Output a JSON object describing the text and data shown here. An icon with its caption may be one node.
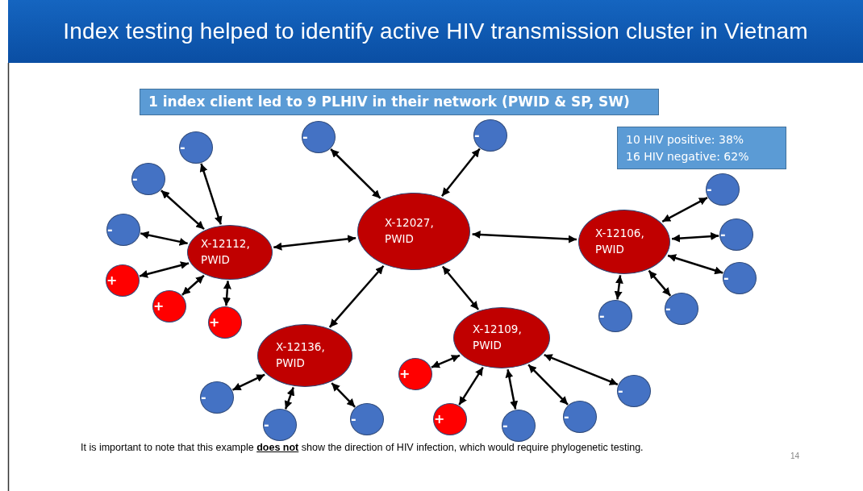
{
  "diagram": {
    "title": "Index testing helped to identify active HIV transmission cluster in Vietnam",
    "nodes": [
      {
        "text": [
          "1 index client led to 9 PLHIV in their network (PWID & SP, SW)"
        ]
      },
      {
        "text": [
          "10 HIV positive: 38%",
          "16 HIV negative: 62%"
        ]
      },
      {
        "text": [
          "X-12027, PWID"
        ]
      },
      {
        "text": [
          "X-12112, PWID"
        ]
      },
      {
        "text": [
          "X-12106, PWID"
        ]
      },
      {
        "text": [
          "X-12136, PWID"
        ]
      },
      {
        "text": [
          "X-12109, PWID"
        ]
      },
      {
        "text": [
          "-"
        ]
      },
      {
        "text": [
          "-"
        ]
      },
      {
        "text": [
          "-"
        ]
      },
      {
        "text": [
          "-"
        ]
      },
      {
        "text": [
          "-"
        ]
      },
      {
        "text": [
          "+"
        ]
      },
      {
        "text": [
          "+"
        ]
      },
      {
        "text": [
          "+"
        ]
      },
      {
        "text": [
          "-"
        ]
      },
      {
        "text": [
          "-"
        ]
      },
      {
        "text": [
          "-"
        ]
      },
      {
        "text": [
          "-"
        ]
      },
      {
        "text": [
          "-"
        ]
      },
      {
        "text": [
          "-"
        ]
      },
      {
        "text": [
          "-"
        ]
      },
      {
        "text": [
          "-"
        ]
      },
      {
        "text": [
          "+"
        ]
      },
      {
        "text": [
          "+"
        ]
      },
      {
        "text": [
          "-"
        ]
      },
      {
        "text": [
          "-"
        ]
      },
      {
        "text": [
          "-"
        ]
      }
    ],
    "edges": [
      {
        "from": 2,
        "to": 3,
        "arrow": "both"
      },
      {
        "from": 2,
        "to": 4,
        "arrow": "both"
      },
      {
        "from": 2,
        "to": 5,
        "arrow": "both"
      },
      {
        "from": 2,
        "to": 6,
        "arrow": "both"
      },
      {
        "from": 2,
        "to": 7,
        "arrow": "both"
      },
      {
        "from": 2,
        "to": 8,
        "arrow": "both"
      },
      {
        "from": 3,
        "to": 9,
        "arrow": "both"
      },
      {
        "from": 3,
        "to": 10,
        "arrow": "both"
      },
      {
        "from": 3,
        "to": 11,
        "arrow": "both"
      },
      {
        "from": 3,
        "to": 12,
        "arrow": "both"
      },
      {
        "from": 3,
        "to": 13,
        "arrow": "both"
      },
      {
        "from": 3,
        "to": 14,
        "arrow": "both"
      },
      {
        "from": 4,
        "to": 15,
        "arrow": "both"
      },
      {
        "from": 4,
        "to": 16,
        "arrow": "both"
      },
      {
        "from": 4,
        "to": 17,
        "arrow": "both"
      },
      {
        "from": 4,
        "to": 18,
        "arrow": "both"
      },
      {
        "from": 4,
        "to": 19,
        "arrow": "both"
      },
      {
        "from": 5,
        "to": 20,
        "arrow": "both"
      },
      {
        "from": 5,
        "to": 21,
        "arrow": "both"
      },
      {
        "from": 5,
        "to": 22,
        "arrow": "both"
      },
      {
        "from": 6,
        "to": 23,
        "arrow": "both"
      },
      {
        "from": 6,
        "to": 24,
        "arrow": "both"
      },
      {
        "from": 6,
        "to": 25,
        "arrow": "both"
      },
      {
        "from": 6,
        "to": 26,
        "arrow": "both"
      },
      {
        "from": 6,
        "to": 27,
        "arrow": "both"
      }
    ],
    "labels": [
      "It is important to note that this example **does not** show the direction of HIV infection, which would require phylogenetic testing.",
      "14"
    ]
  }
}
